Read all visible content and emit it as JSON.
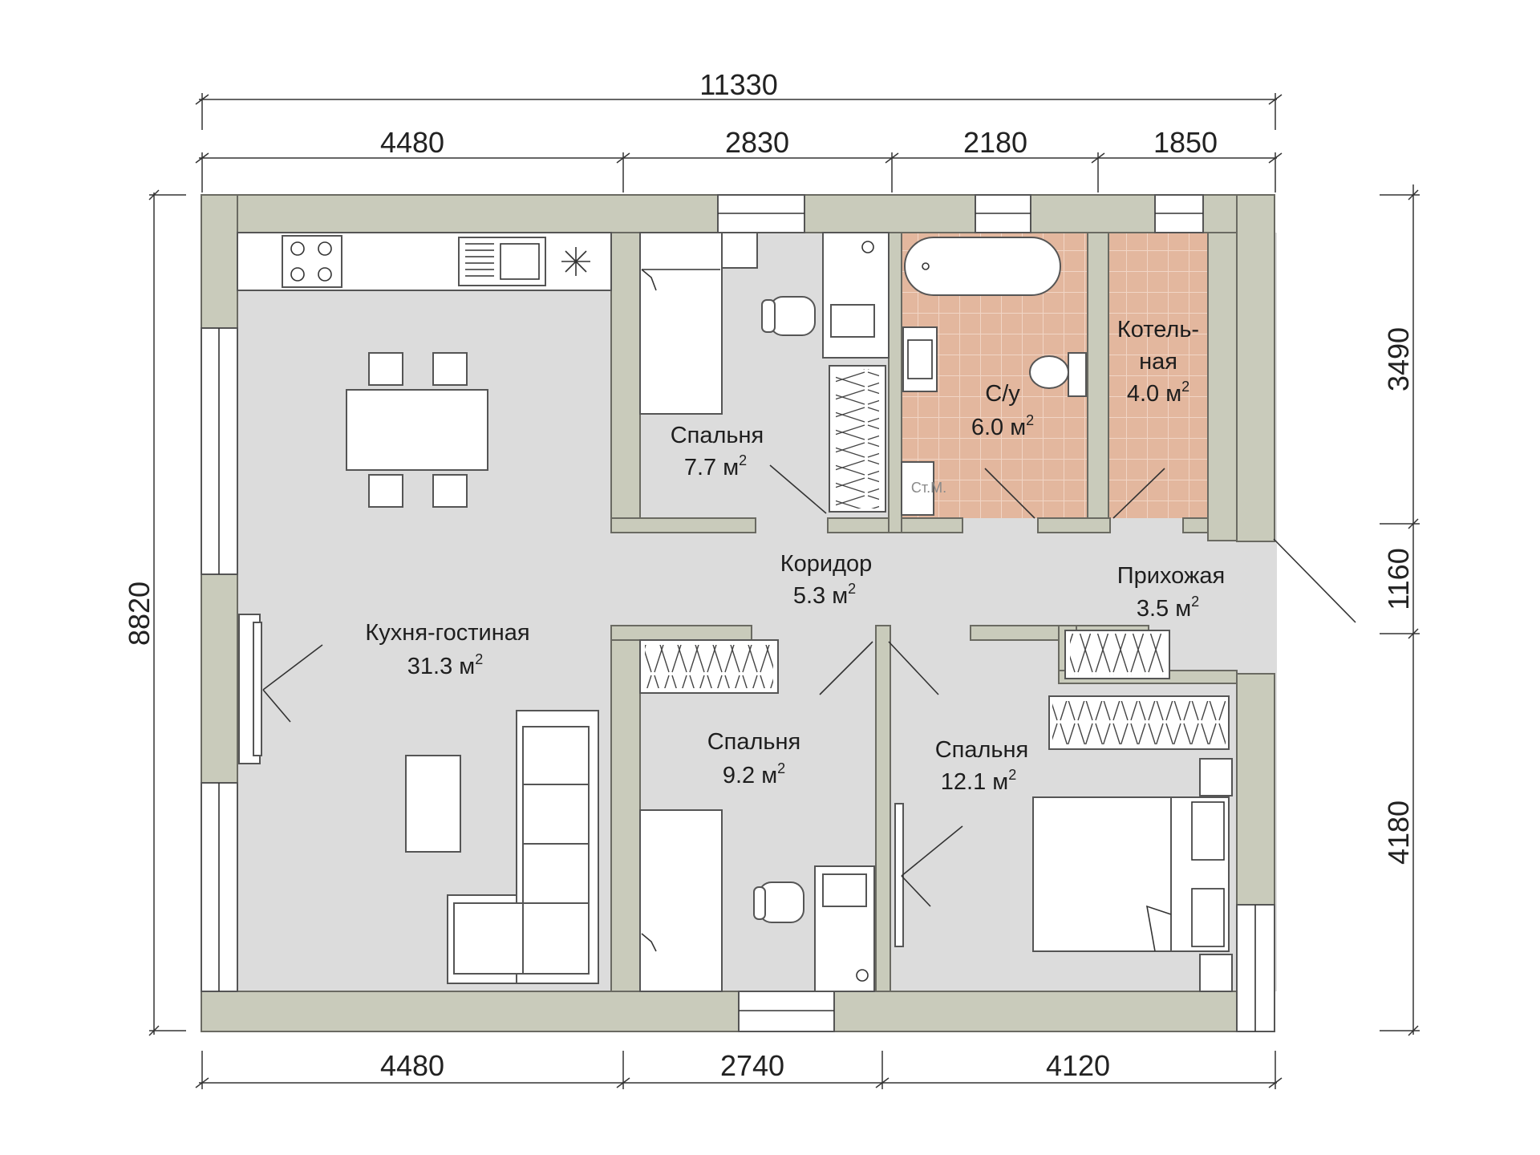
{
  "dimensions": {
    "total_width": "11330",
    "top_segments": [
      "4480",
      "2830",
      "2180",
      "1850"
    ],
    "bottom_segments": [
      "4480",
      "2740",
      "4120"
    ],
    "left_height": "8820",
    "right_segments": [
      "3490",
      "1160",
      "4180"
    ]
  },
  "rooms": {
    "kitchen_living": {
      "name": "Кухня-гостиная",
      "area": "31.3 м",
      "unit_power": "2"
    },
    "bedroom_small": {
      "name": "Спальня",
      "area": "7.7 м",
      "unit_power": "2"
    },
    "bathroom": {
      "name": "С/у",
      "area": "6.0 м",
      "unit_power": "2"
    },
    "boiler": {
      "name_line1": "Котель-",
      "name_line2": "ная",
      "area": "4.0 м",
      "unit_power": "2"
    },
    "corridor": {
      "name": "Коридор",
      "area": "5.3 м",
      "unit_power": "2"
    },
    "hallway": {
      "name": "Прихожая",
      "area": "3.5 м",
      "unit_power": "2"
    },
    "bedroom_mid": {
      "name": "Спальня",
      "area": "9.2 м",
      "unit_power": "2"
    },
    "bedroom_large": {
      "name": "Спальня",
      "area": "12.1 м",
      "unit_power": "2"
    }
  },
  "fixtures": {
    "washing_machine_label": "Ст.М."
  },
  "colors": {
    "wall": "#c9cbbb",
    "floor": "#dcdcdc",
    "bathroom_tile": "#e3b79e"
  }
}
